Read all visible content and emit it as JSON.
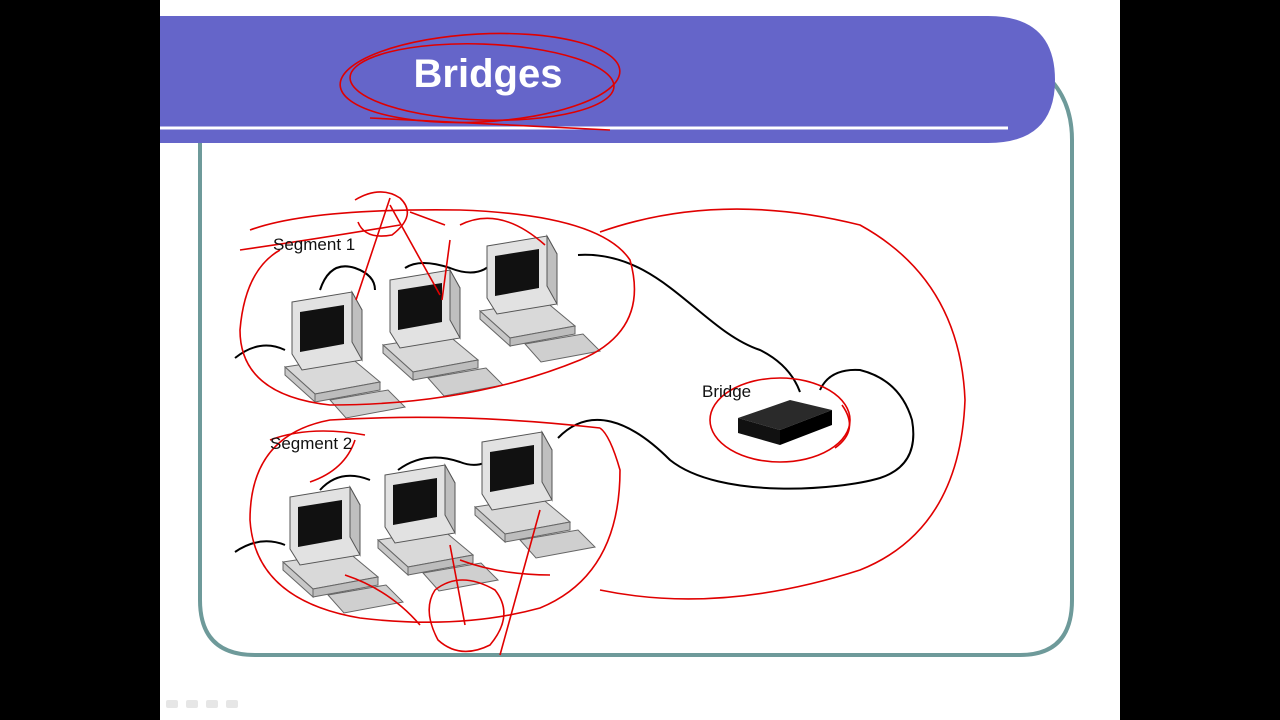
{
  "slide": {
    "title": "Bridges"
  },
  "diagram": {
    "segment1_label": "Segment 1",
    "segment2_label": "Segment 2",
    "bridge_label": "Bridge"
  },
  "colors": {
    "header_band": "#6565c9",
    "frame_border": "#6e9a9a",
    "annotation": "#e00000",
    "background": "#000000"
  },
  "icons": [
    "computer-icon",
    "bridge-device-icon",
    "nav-arrow-icon"
  ]
}
